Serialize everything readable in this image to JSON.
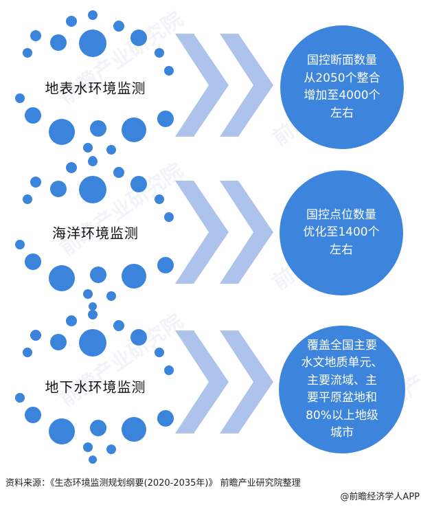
{
  "colors": {
    "dot": "#3b84dc",
    "chevron": "#aec3ec",
    "bubble": "#3d85dc",
    "bubble_text": "#ffffff",
    "label_text": "#111111"
  },
  "sections": [
    {
      "label": "地表水环境监测",
      "bubble_lines": [
        "国控断面数量",
        "从2050个整合",
        "增加至4000个",
        "左右"
      ]
    },
    {
      "label": "海洋环境监测",
      "bubble_lines": [
        "国控点位数量",
        "优化至1400个",
        "左右"
      ]
    },
    {
      "label": "地下水环境监测",
      "bubble_lines": [
        "覆盖全国主要",
        "水文地质单元、",
        "主要流域、主",
        "要平原盆地和",
        "80%以上地级",
        "城市"
      ]
    }
  ],
  "watermark": "前瞻产业研究院",
  "footer": {
    "source": "资料来源：《生态环境监测规划纲要(2020-2035年)》 前瞻产业研究院整理",
    "credit": "@前瞻经济学人APP"
  }
}
